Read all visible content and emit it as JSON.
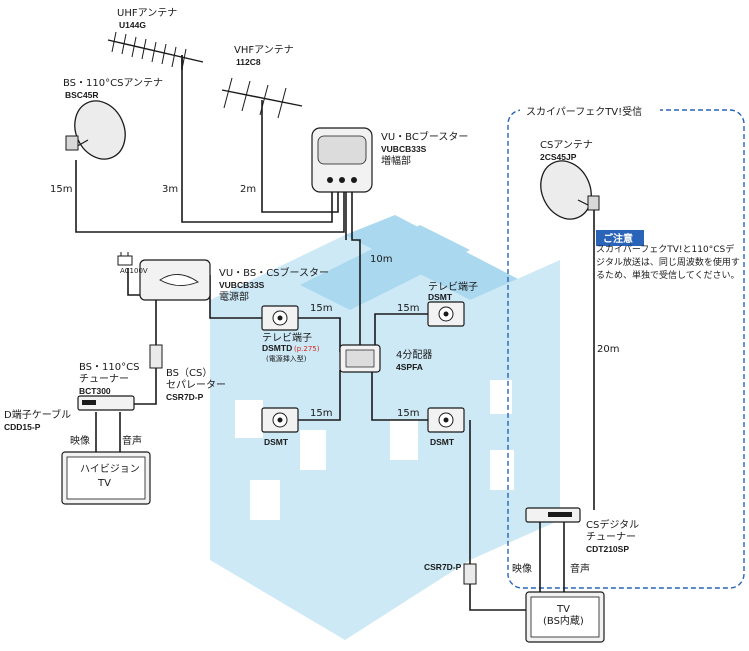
{
  "labels": {
    "uhf_antenna": "UHFアンテナ",
    "uhf_model": "U144G",
    "vhf_antenna": "VHFアンテナ",
    "vhf_model": "112C8",
    "bs_antenna": "BS・110°CSアンテナ",
    "bs_model": "BSC45R",
    "booster_amp": "VU・BCブースター",
    "booster_amp_model": "VUBCB33S",
    "booster_amp_part": "増幅部",
    "booster_power": "VU・BS・CSブースター",
    "booster_power_model": "VUBCB33S",
    "booster_power_part": "電源部",
    "ac100v": "AC100V",
    "tuner": "BS・110°CS",
    "tuner2": "チューナー",
    "tuner_model": "BCT300",
    "separator": "BS（CS）",
    "separator2": "セパレーター",
    "separator_model": "CSR7D-P",
    "dcable": "D端子ケーブル",
    "dcable_model": "CDD15-P",
    "video": "映像",
    "audio": "音声",
    "hivision_tv": "ハイビジョン",
    "hivision_tv2": "TV",
    "tv_terminal": "テレビ端子",
    "tv_terminal_model": "DSMTD",
    "tv_terminal_ref": "(p.275)",
    "tv_terminal_note": "(電源挿入型)",
    "tv_terminal_r": "テレビ端子",
    "dsmt": "DSMT",
    "splitter": "4分配器",
    "splitter_model": "4SPFA",
    "csr7d": "CSR7D-P",
    "tv_bs": "TV",
    "tv_bs2": "(BS内蔵)",
    "skyperfect_title": "スカイパーフェクTV!受信",
    "cs_antenna": "CSアンテナ",
    "cs_antenna_model": "2CS45JP",
    "cs_tuner": "CSデジタル",
    "cs_tuner2": "チューナー",
    "cs_tuner_model": "CDT210SP",
    "notice_title": "ご注意",
    "notice_text": "スカイパーフェクTV!と110°CSデジタル放送は、同じ周波数を使用するため、単独で受信してください。",
    "d_15m_bs": "15m",
    "d_3m": "3m",
    "d_2m": "2m",
    "d_10m": "10m",
    "d_15m_a": "15m",
    "d_15m_b": "15m",
    "d_15m_c": "15m",
    "d_15m_d": "15m",
    "d_20m": "20m"
  },
  "colors": {
    "house_light": "#cde9f6",
    "house_mid": "#a9d8ef",
    "accent_blue": "#2a64b8",
    "ref_red": "#d8281e",
    "line": "#1a1a1a"
  },
  "icons": [
    "yagi-antenna-icon",
    "dish-antenna-icon",
    "booster-icon",
    "wall-terminal-icon",
    "splitter-icon",
    "tuner-icon",
    "tv-icon",
    "plug-icon"
  ]
}
